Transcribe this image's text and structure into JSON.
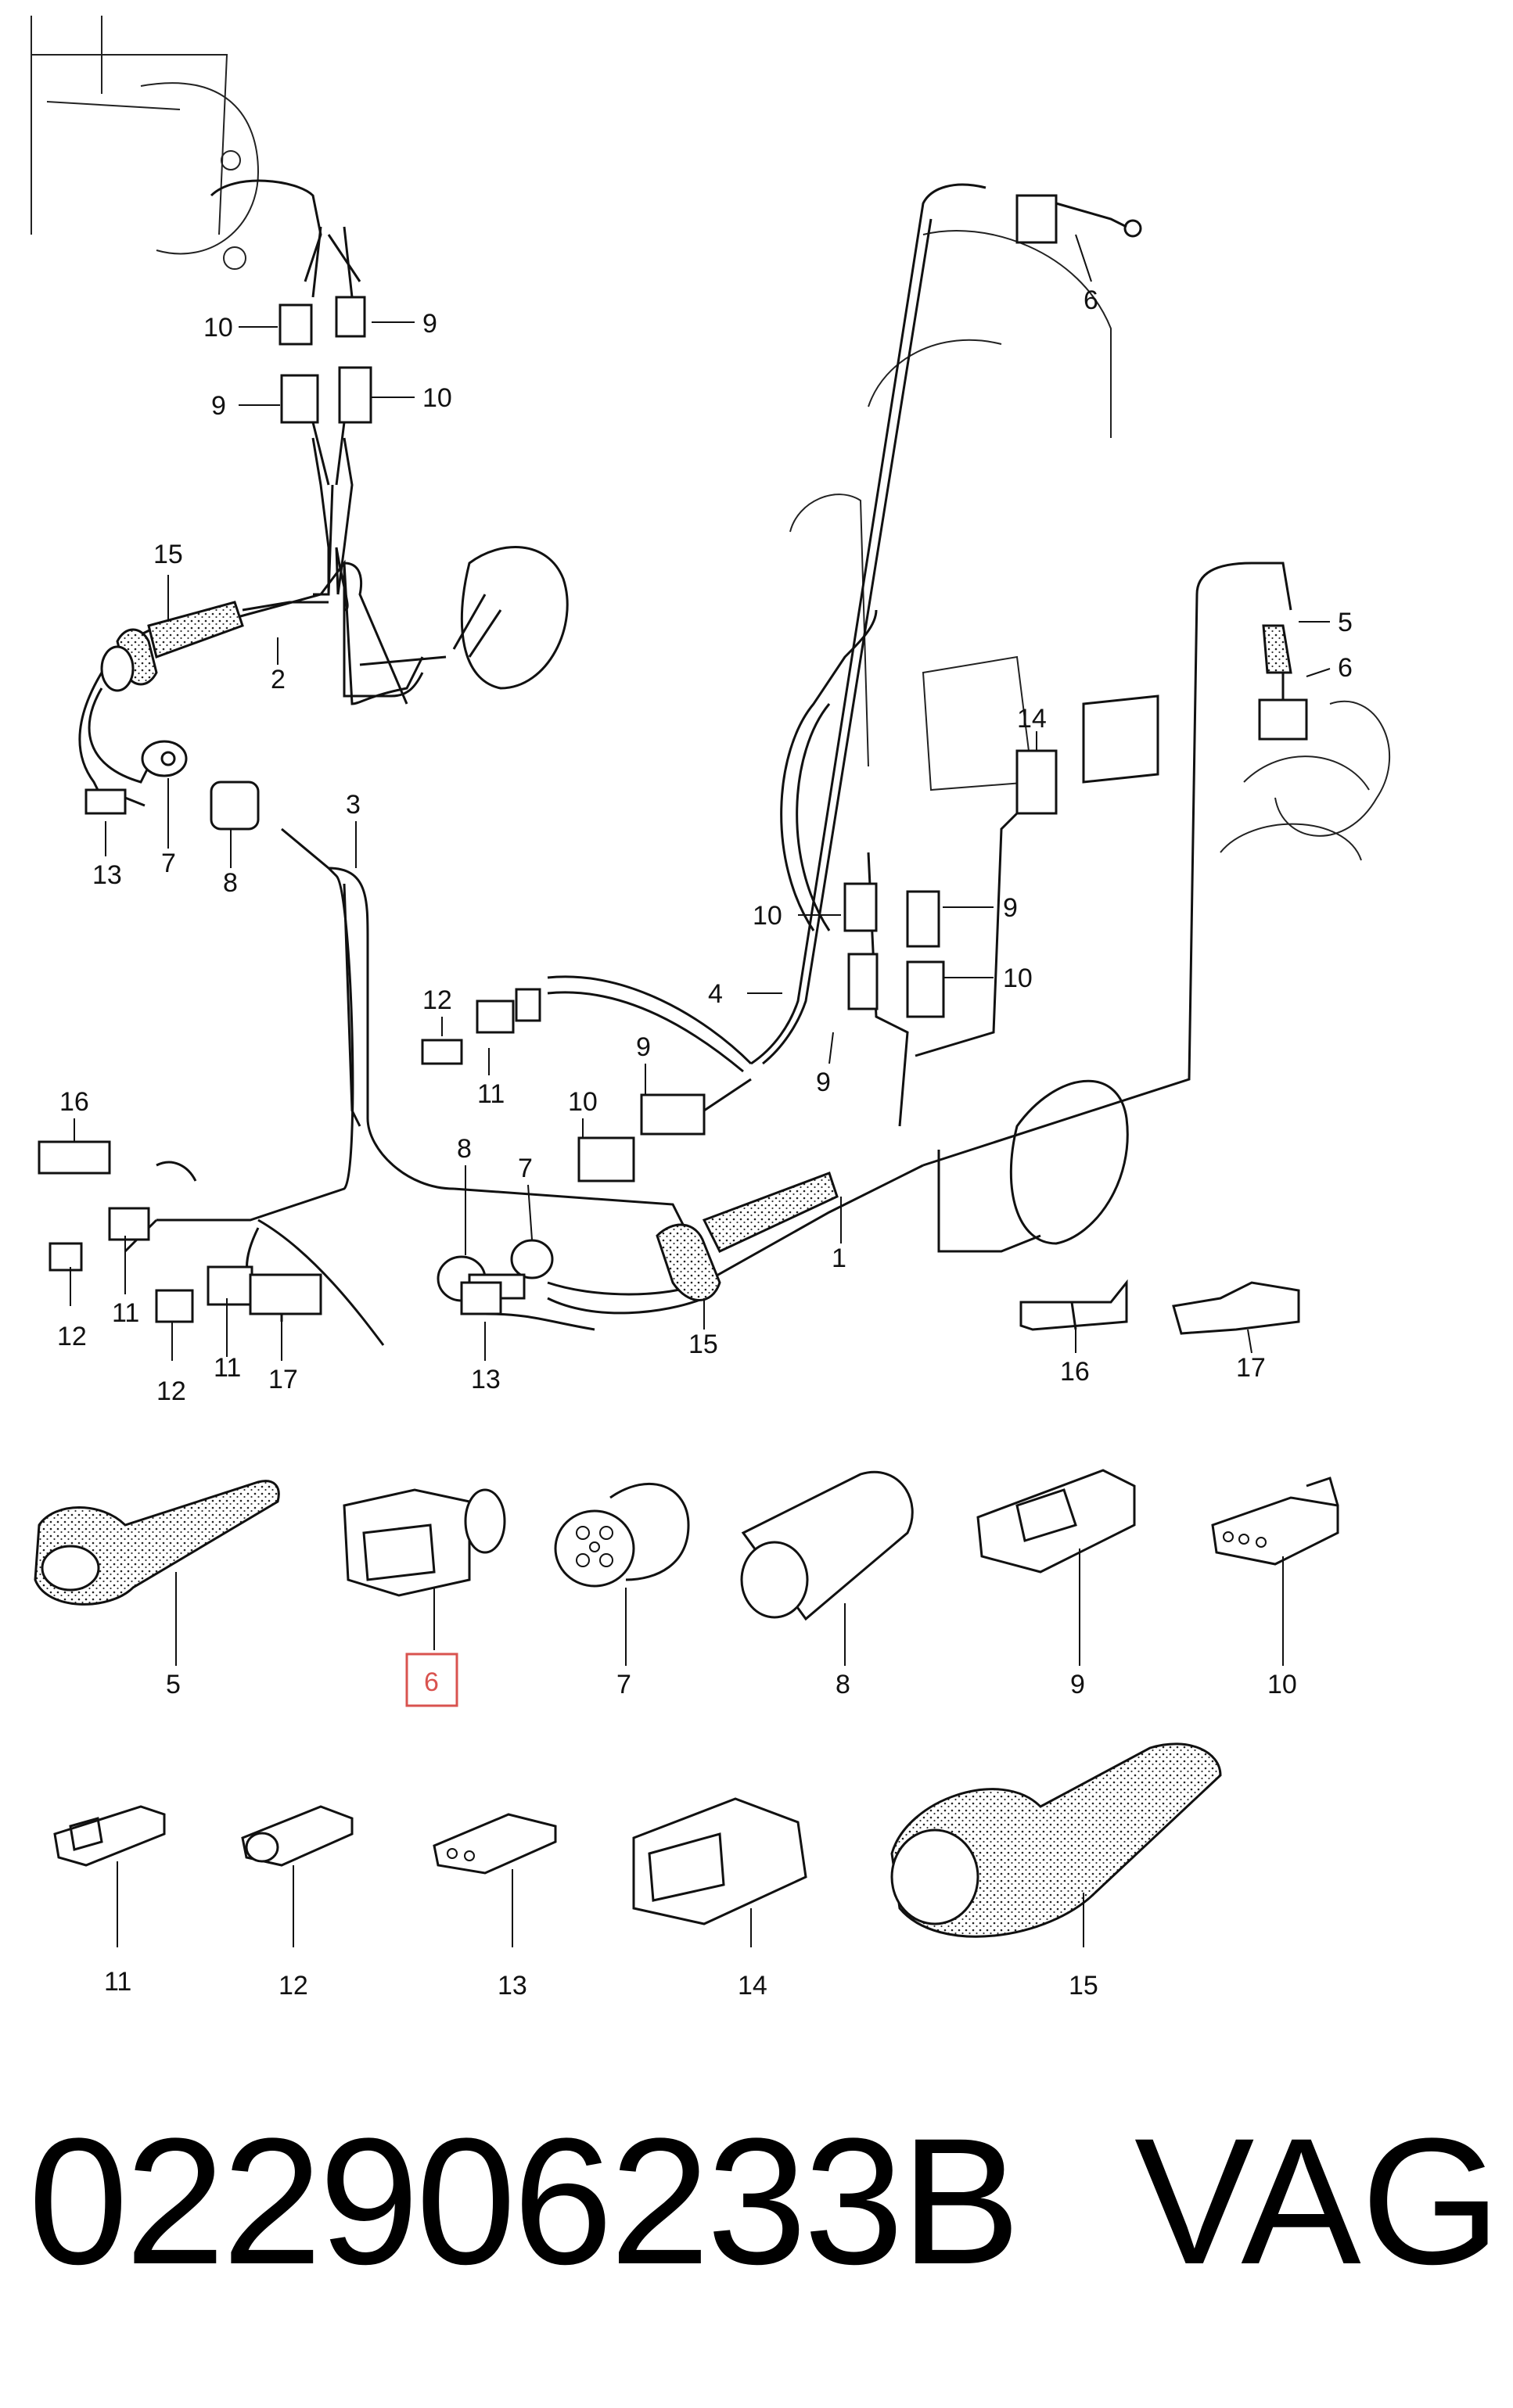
{
  "footer": {
    "part_number": "022906233B",
    "brand": "VAG"
  },
  "highlight": {
    "label": "6",
    "color": "#d9534f"
  },
  "callouts": {
    "top": [
      {
        "label": "10"
      },
      {
        "label": "9"
      },
      {
        "label": "9"
      },
      {
        "label": "10"
      },
      {
        "label": "15"
      },
      {
        "label": "2"
      },
      {
        "label": "13"
      },
      {
        "label": "7"
      },
      {
        "label": "8"
      },
      {
        "label": "3"
      },
      {
        "label": "6"
      },
      {
        "label": "5"
      },
      {
        "label": "6"
      },
      {
        "label": "14"
      },
      {
        "label": "10"
      },
      {
        "label": "9"
      },
      {
        "label": "10"
      },
      {
        "label": "4"
      },
      {
        "label": "12"
      },
      {
        "label": "11"
      },
      {
        "label": "9"
      },
      {
        "label": "10"
      },
      {
        "label": "9"
      },
      {
        "label": "16"
      },
      {
        "label": "8"
      },
      {
        "label": "7"
      },
      {
        "label": "1"
      },
      {
        "label": "12"
      },
      {
        "label": "11"
      },
      {
        "label": "11"
      },
      {
        "label": "12"
      },
      {
        "label": "17"
      },
      {
        "label": "15"
      },
      {
        "label": "13"
      },
      {
        "label": "16"
      },
      {
        "label": "17"
      }
    ],
    "parts_row1": [
      {
        "label": "5"
      },
      {
        "label": "6"
      },
      {
        "label": "7"
      },
      {
        "label": "8"
      },
      {
        "label": "9"
      },
      {
        "label": "10"
      }
    ],
    "parts_row2": [
      {
        "label": "11"
      },
      {
        "label": "12"
      },
      {
        "label": "13"
      },
      {
        "label": "14"
      },
      {
        "label": "15"
      }
    ]
  }
}
